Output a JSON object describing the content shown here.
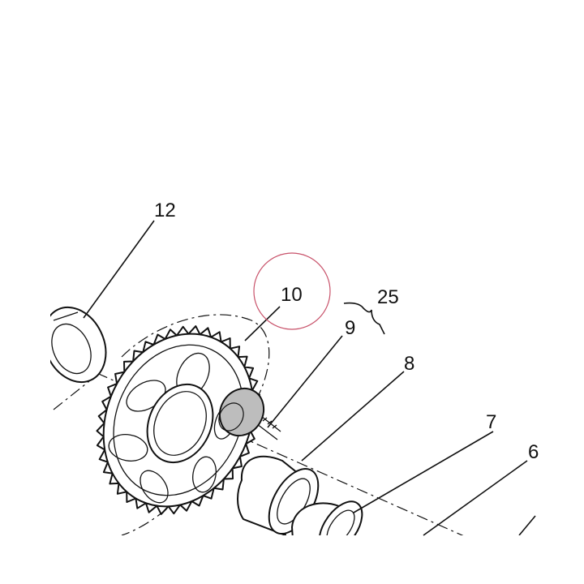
{
  "parts": {
    "label_12": "12",
    "label_10": "10",
    "label_25": "25",
    "label_9": "9",
    "label_8": "8",
    "label_7": "7",
    "label_6": "6"
  },
  "colors": {
    "highlight_circle": "#c8526a",
    "stud_fill": "#bdbdbd",
    "line": "#111111"
  }
}
